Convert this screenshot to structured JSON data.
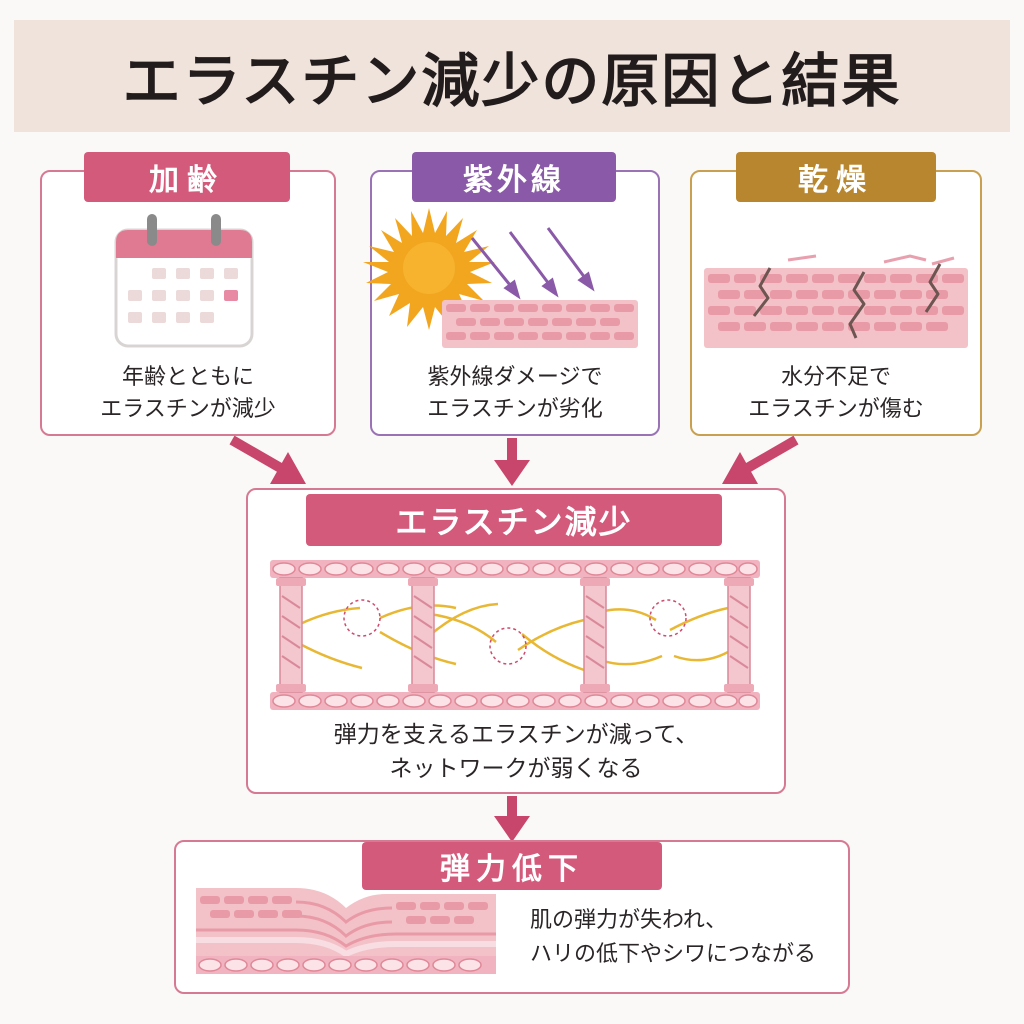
{
  "title": "エラスチン減少の原因と結果",
  "colors": {
    "pink": "#d45a7c",
    "purple": "#8a5aa8",
    "gold": "#b8862e",
    "arrow": "#c8466c",
    "border_pink": "#d67a93",
    "skin": "#f3c7cc",
    "fiber": "#e8b834"
  },
  "causes": [
    {
      "label": "加齢",
      "caption_lines": [
        "年齢とともに",
        "エラスチンが減少"
      ],
      "icon": "calendar-icon"
    },
    {
      "label": "紫外線",
      "caption_lines": [
        "紫外線ダメージで",
        "エラスチンが劣化"
      ],
      "icon": "sun-uv-icon"
    },
    {
      "label": "乾燥",
      "caption_lines": [
        "水分不足で",
        "エラスチンが傷む"
      ],
      "icon": "cracked-skin-icon"
    }
  ],
  "center": {
    "label": "エラスチン減少",
    "caption_lines": [
      "弾力を支えるエラスチンが減って、",
      "ネットワークが弱くなる"
    ]
  },
  "result": {
    "label": "弾力低下",
    "caption_lines": [
      "肌の弾力が失われ、",
      "ハリの低下やシワにつながる"
    ]
  }
}
